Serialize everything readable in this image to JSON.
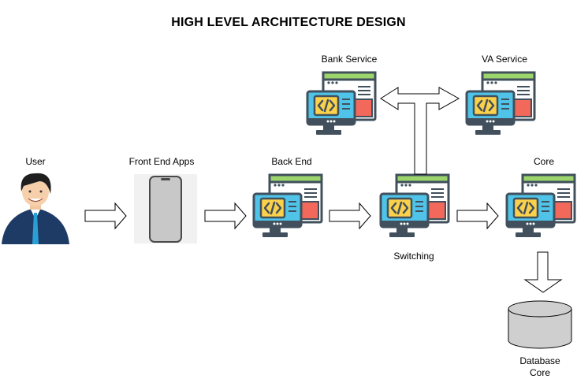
{
  "title": "HIGH LEVEL ARCHITECTURE DESIGN",
  "nodes": {
    "user": "User",
    "frontend": "Front End Apps",
    "backend": "Back End",
    "switching": "Switching",
    "core": "Core",
    "bank": "Bank Service",
    "va": "VA Service",
    "database": [
      "Database",
      "Core"
    ]
  },
  "colors": {
    "monitor_frame": "#41505c",
    "screen_blue": "#4fc3e8",
    "code_yellow": "#fbd14b",
    "window_green": "#9bd56b",
    "window_red": "#f2685a",
    "stand": "#2f3b44"
  },
  "icons": [
    "user-avatar-icon",
    "smartphone-icon",
    "code-monitor-icon",
    "database-cylinder-icon",
    "arrow-right-icon",
    "arrow-down-icon",
    "double-arrow-icon"
  ]
}
